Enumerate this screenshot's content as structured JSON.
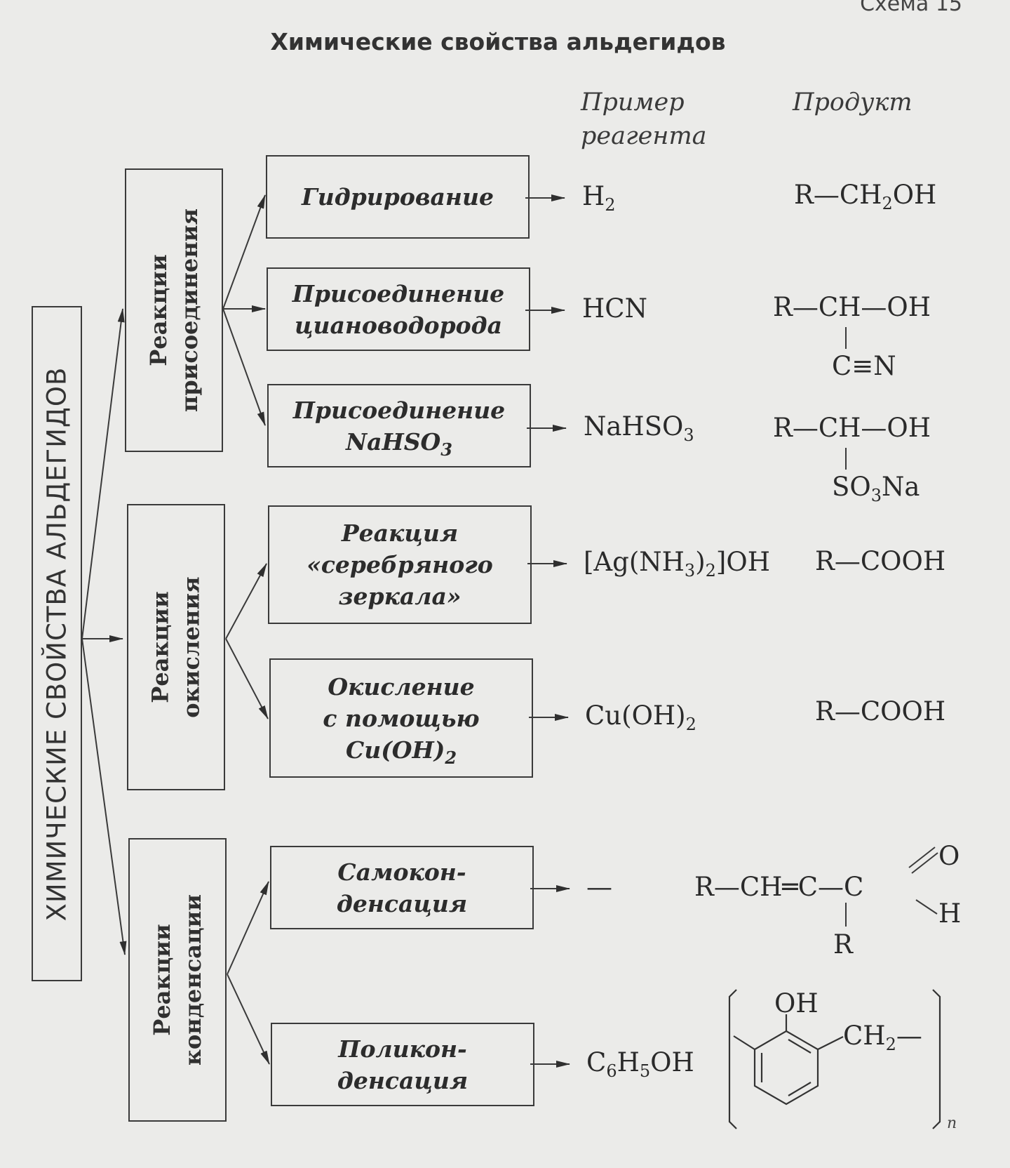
{
  "header": {
    "schema_label": "Схема 15",
    "title": "Химические свойства альдегидов",
    "col_reagent": "Пример\nреагента",
    "col_product": "Продукт"
  },
  "main": {
    "label": "ХИМИЧЕСКИЕ СВОЙСТВА АЛЬДЕГИДОВ"
  },
  "categories": {
    "addition": "Реакции\nприсоединения",
    "oxidation": "Реакции\nокисления",
    "condensation": "Реакции\nконденсации"
  },
  "reactions": {
    "hydrogenation": "Гидрирование",
    "hcn_addition": "Присоединение\nциановодорода",
    "nahso3_addition_l1": "Присоединение",
    "nahso3_addition_l2": "NaHSO",
    "nahso3_addition_sub": "3",
    "silver_mirror": "Реакция\n«серебряного\nзеркала»",
    "cuoh_oxidation_l1": "Окисление\nс помощью",
    "cuoh_oxidation_l2": "Cu(OH)",
    "cuoh_oxidation_sub": "2",
    "self_condensation": "Самокон-\nденсация",
    "polycondensation": "Поликон-\nденсация"
  },
  "reagents": {
    "h2": "H",
    "h2_sub": "2",
    "hcn": "HCN",
    "nahso3": "NaHSO",
    "nahso3_sub": "3",
    "ag_a": "[Ag(NH",
    "ag_sub1": "3",
    "ag_b": ")",
    "ag_sub2": "2",
    "ag_c": "]OH",
    "cuoh": "Cu(OH)",
    "cuoh_sub": "2",
    "none": "—",
    "phenol_a": "C",
    "phenol_sub1": "6",
    "phenol_b": "H",
    "phenol_sub2": "5",
    "phenol_c": "OH"
  },
  "products": {
    "alcohol_a": "R—CH",
    "alcohol_sub": "2",
    "alcohol_b": "OH",
    "cyanohydrin_main": "R—CH—OH",
    "cyanohydrin_branch": "C≡N",
    "bisulfite_main": "R—CH—OH",
    "bisulfite_branch_a": "SO",
    "bisulfite_branch_sub": "3",
    "bisulfite_branch_b": "Na",
    "acid_1": "R—COOH",
    "acid_2": "R—COOH",
    "aldol_chain": "R—CH═C—C",
    "aldol_o": "O",
    "aldol_h": "H",
    "aldol_r": "R",
    "polymer_oh": "OH",
    "polymer_ch2_a": "CH",
    "polymer_ch2_sub": "2",
    "polymer_ch2_b": "—",
    "polymer_n": "n"
  }
}
